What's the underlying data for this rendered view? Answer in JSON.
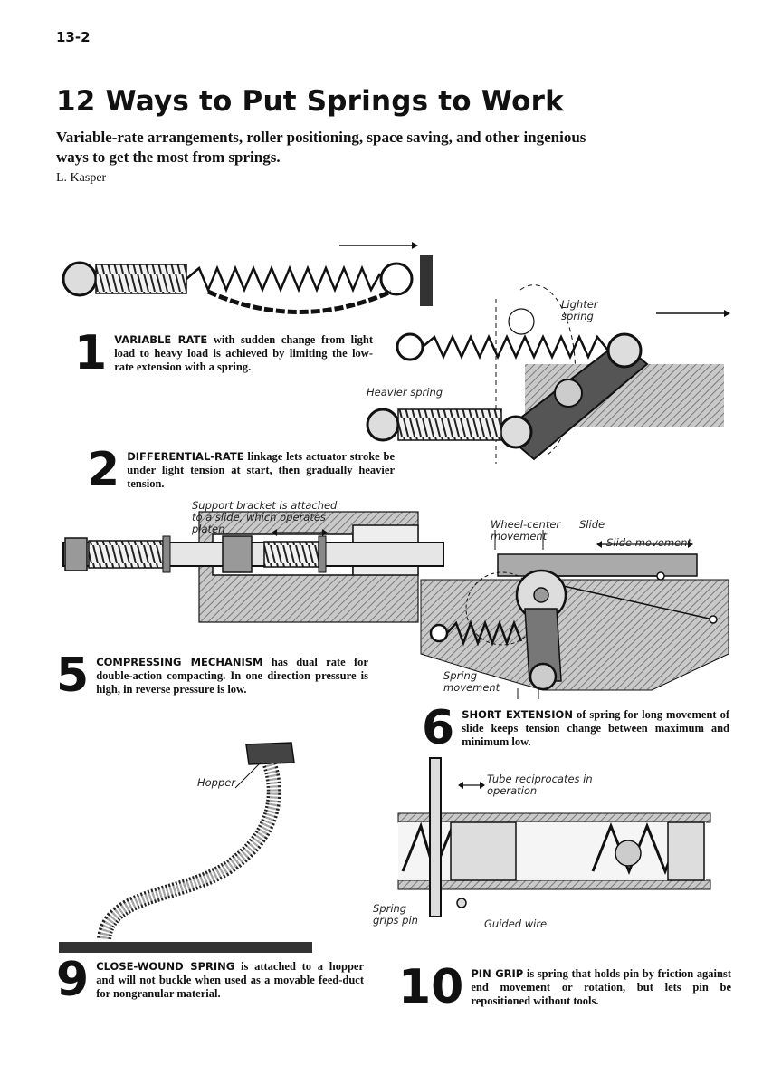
{
  "header": {
    "page_number": "13-2",
    "title": "12 Ways to Put Springs to Work",
    "subtitle": "Variable-rate arrangements, roller positioning, space saving, and other ingenious ways to get the most from springs.",
    "author": "L. Kasper"
  },
  "captions": {
    "c1": {
      "num": "1",
      "head": "VARIABLE RATE",
      "body": " with sudden change from light load to heavy load is achieved by limiting the low-rate extension with a spring."
    },
    "c2": {
      "num": "2",
      "head": "DIFFERENTIAL-RATE",
      "body": " linkage lets actuator stroke be under light tension at start, then gradually heavier tension."
    },
    "c5": {
      "num": "5",
      "head": "COMPRESSING MECHANISM",
      "body": " has dual rate for double-action compacting. In one direction pressure is high, in reverse pressure is low."
    },
    "c6": {
      "num": "6",
      "head": "SHORT EXTENSION",
      "body": " of spring for long movement of slide keeps tension change between maximum and minimum low."
    },
    "c9": {
      "num": "9",
      "head": "CLOSE-WOUND SPRING",
      "body": " is attached to a hopper and will not buckle when used as a movable feed-duct for nongranular material."
    },
    "c10": {
      "num": "10",
      "head": "PIN GRIP",
      "body": " is spring that holds pin by friction against end movement or rotation, but lets pin be repositioned without tools."
    }
  },
  "labels": {
    "lighter_spring": "Lighter spring",
    "heavier_spring": "Heavier spring",
    "support_bracket": "Support bracket is attached to a slide, which operates platen",
    "wheel_center": "Wheel-center movement",
    "slide": "Slide",
    "slide_movement": "Slide movement",
    "spring_movement": "Spring movement",
    "hopper": "Hopper",
    "tube_reciprocates": "Tube reciprocates in operation",
    "spring_grips_pin": "Spring grips pin",
    "guided_wire": "Guided wire"
  }
}
